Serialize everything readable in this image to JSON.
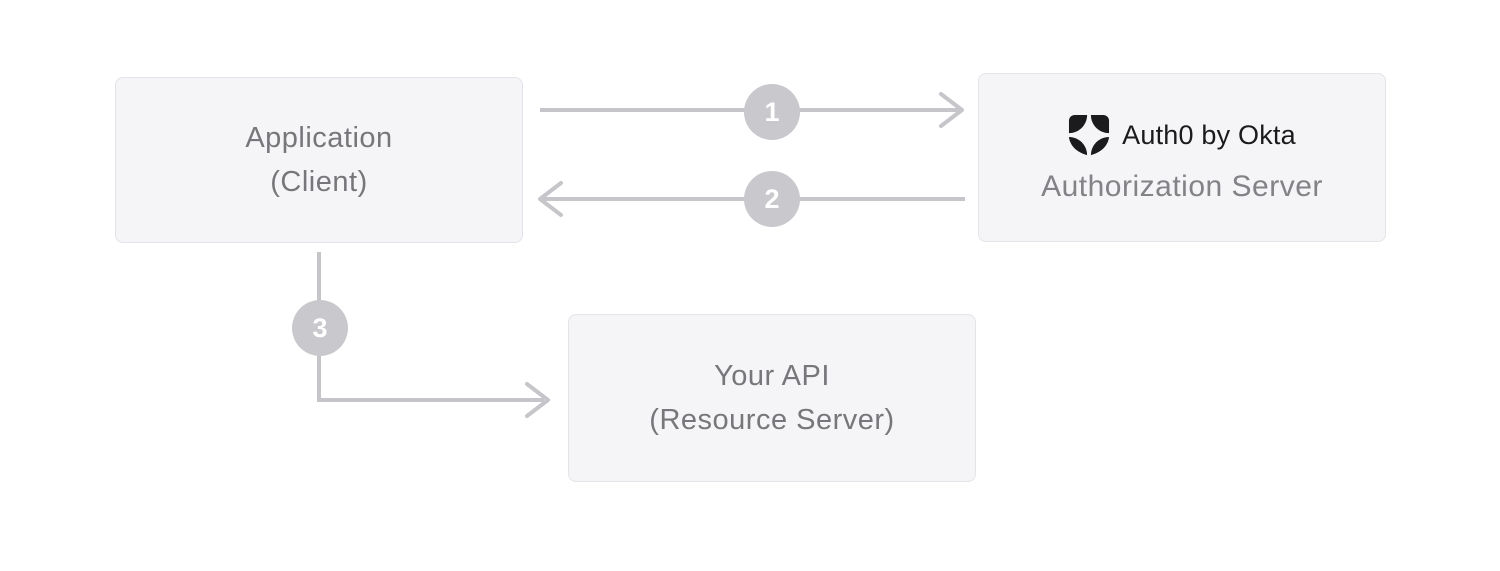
{
  "nodes": {
    "application": {
      "line1": "Application",
      "line2": "(Client)"
    },
    "auth_server": {
      "logo_text": "Auth0 by Okta",
      "label": "Authorization Server"
    },
    "api": {
      "line1": "Your API",
      "line2": "(Resource Server)"
    }
  },
  "steps": [
    {
      "number": "1",
      "direction": "application-to-auth-server"
    },
    {
      "number": "2",
      "direction": "auth-server-to-application"
    },
    {
      "number": "3",
      "direction": "application-to-api"
    }
  ],
  "colors": {
    "background": "#ffffff",
    "node_fill": "#f5f5f7",
    "node_border": "#e4e4e8",
    "node_text": "#77777b",
    "arrow": "#c6c6ca",
    "step_circle_fill": "#c9c9cd",
    "step_circle_text": "#ffffff",
    "logo": "#1b1b1d"
  }
}
